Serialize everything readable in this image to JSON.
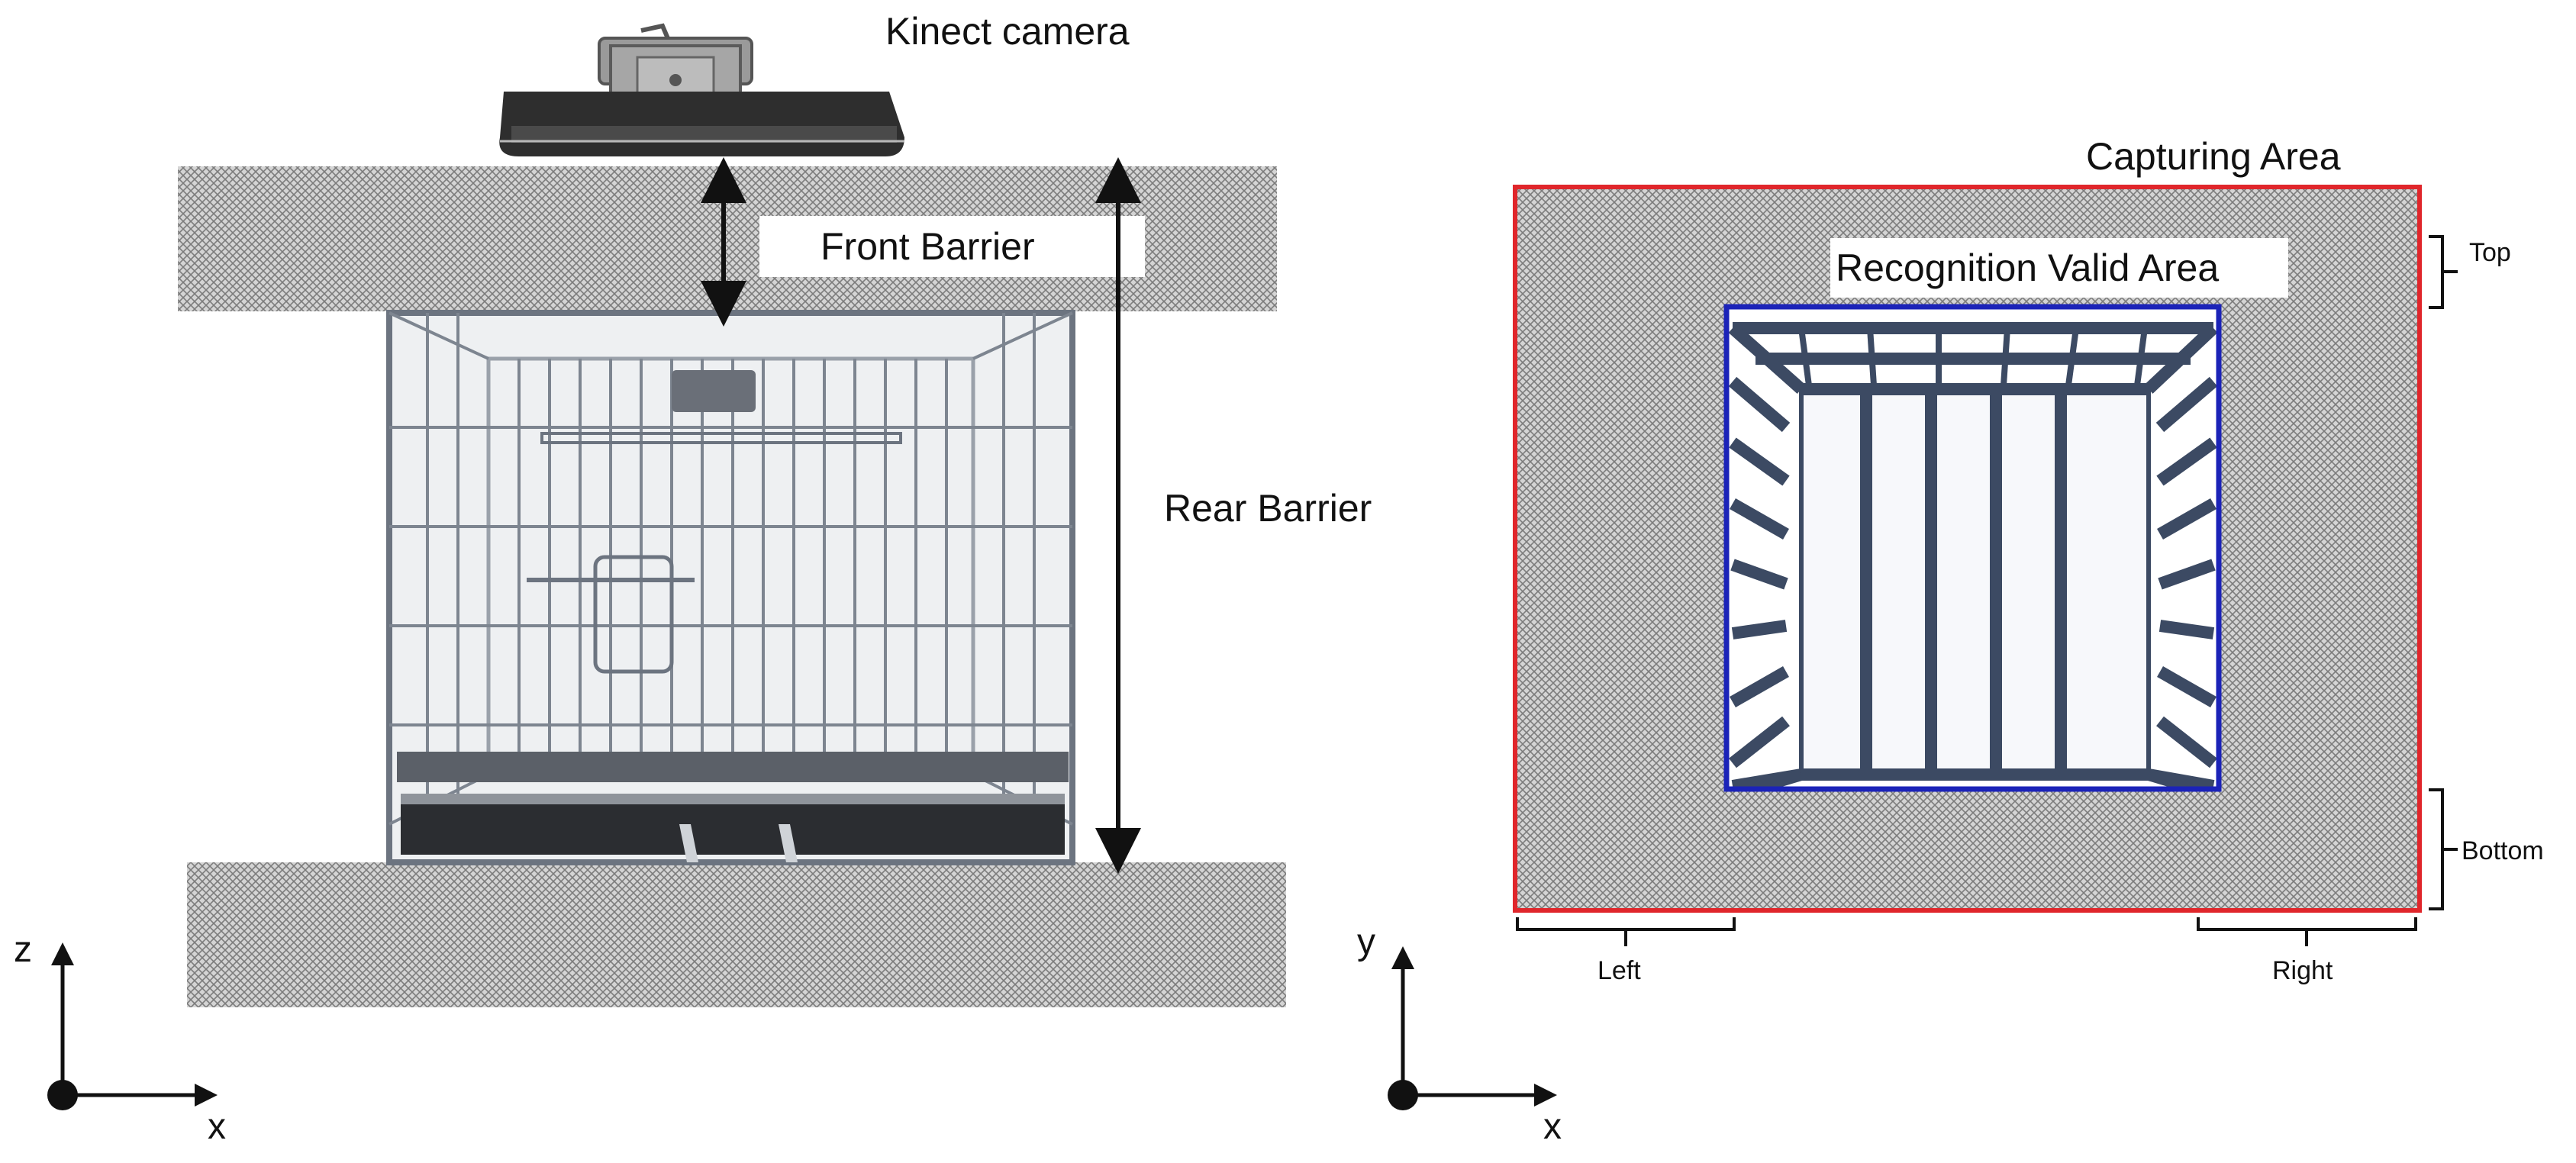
{
  "left_panel": {
    "camera_label": "Kinect camera",
    "front_barrier_label": "Front Barrier",
    "rear_barrier_label": "Rear Barrier",
    "axis_vertical": "z",
    "axis_horizontal": "x"
  },
  "right_panel": {
    "capturing_area_label": "Capturing Area",
    "recognition_area_label": "Recognition Valid Area",
    "margin_top": "Top",
    "margin_bottom": "Bottom",
    "margin_left": "Left",
    "margin_right": "Right",
    "axis_vertical": "y",
    "axis_horizontal": "x"
  },
  "colors": {
    "capturing_border": "#e0262b",
    "recognition_border": "#1b23b8",
    "frame": "#3c4a63",
    "text": "#111111"
  }
}
